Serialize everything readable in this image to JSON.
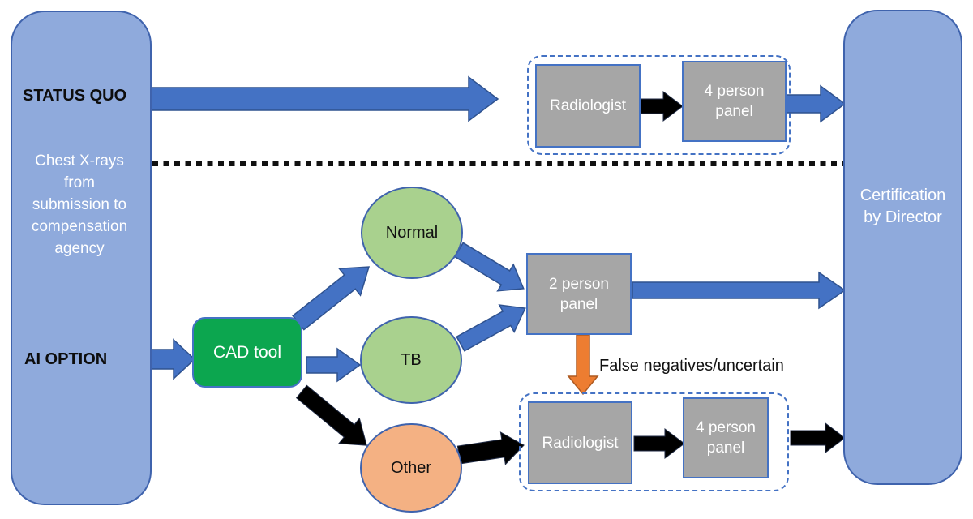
{
  "source": {
    "status_quo_label": "STATUS QUO",
    "ai_option_label": "AI OPTION",
    "description_lines": [
      "Chest X-rays",
      "from",
      "submission to",
      "compensation",
      "agency"
    ]
  },
  "status_quo_path": {
    "radiologist": "Radiologist",
    "panel_lines": [
      "4 person",
      "panel"
    ]
  },
  "ai_path": {
    "cad_tool": "CAD tool",
    "triage_normal": "Normal",
    "triage_tb": "TB",
    "triage_other": "Other",
    "two_person_panel_lines": [
      "2 person",
      "panel"
    ],
    "false_negative_label": "False negatives/uncertain",
    "radiologist": "Radiologist",
    "panel_lines": [
      "4 person",
      "panel"
    ]
  },
  "destination": {
    "lines": [
      "Certification",
      "by Director"
    ]
  },
  "flow_edges": [
    {
      "from": "source",
      "to": "status-quo-radiologist",
      "style": "blue-block-arrow"
    },
    {
      "from": "status-quo-radiologist",
      "to": "status-quo-4-person-panel",
      "style": "black-arrow"
    },
    {
      "from": "status-quo-4-person-panel",
      "to": "certification",
      "style": "blue-block-arrow"
    },
    {
      "from": "source",
      "to": "cad-tool",
      "style": "blue-block-arrow"
    },
    {
      "from": "cad-tool",
      "to": "normal",
      "style": "blue-block-arrow"
    },
    {
      "from": "cad-tool",
      "to": "tb",
      "style": "blue-block-arrow"
    },
    {
      "from": "cad-tool",
      "to": "other",
      "style": "black-arrow"
    },
    {
      "from": "normal",
      "to": "two-person-panel",
      "style": "blue-block-arrow"
    },
    {
      "from": "tb",
      "to": "two-person-panel",
      "style": "blue-block-arrow"
    },
    {
      "from": "two-person-panel",
      "to": "certification",
      "style": "blue-block-arrow"
    },
    {
      "from": "two-person-panel",
      "to": "ai-radiologist",
      "style": "orange-arrow",
      "label": "False negatives/uncertain"
    },
    {
      "from": "other",
      "to": "ai-radiologist",
      "style": "black-arrow"
    },
    {
      "from": "ai-radiologist",
      "to": "ai-4-person-panel",
      "style": "black-arrow"
    },
    {
      "from": "ai-4-person-panel",
      "to": "certification",
      "style": "black-arrow"
    }
  ],
  "colors": {
    "node_fill_blue": "#8faadc",
    "node_border_blue": "#4472c4",
    "arrow_blue": "#4472c4",
    "circle_green": "#a9d18e",
    "circle_orange": "#f4b183",
    "cad_green": "#0ca64f",
    "gray_box": "#a6a6a6",
    "orange_arrow": "#ed7d31",
    "black_arrow": "#000000"
  }
}
